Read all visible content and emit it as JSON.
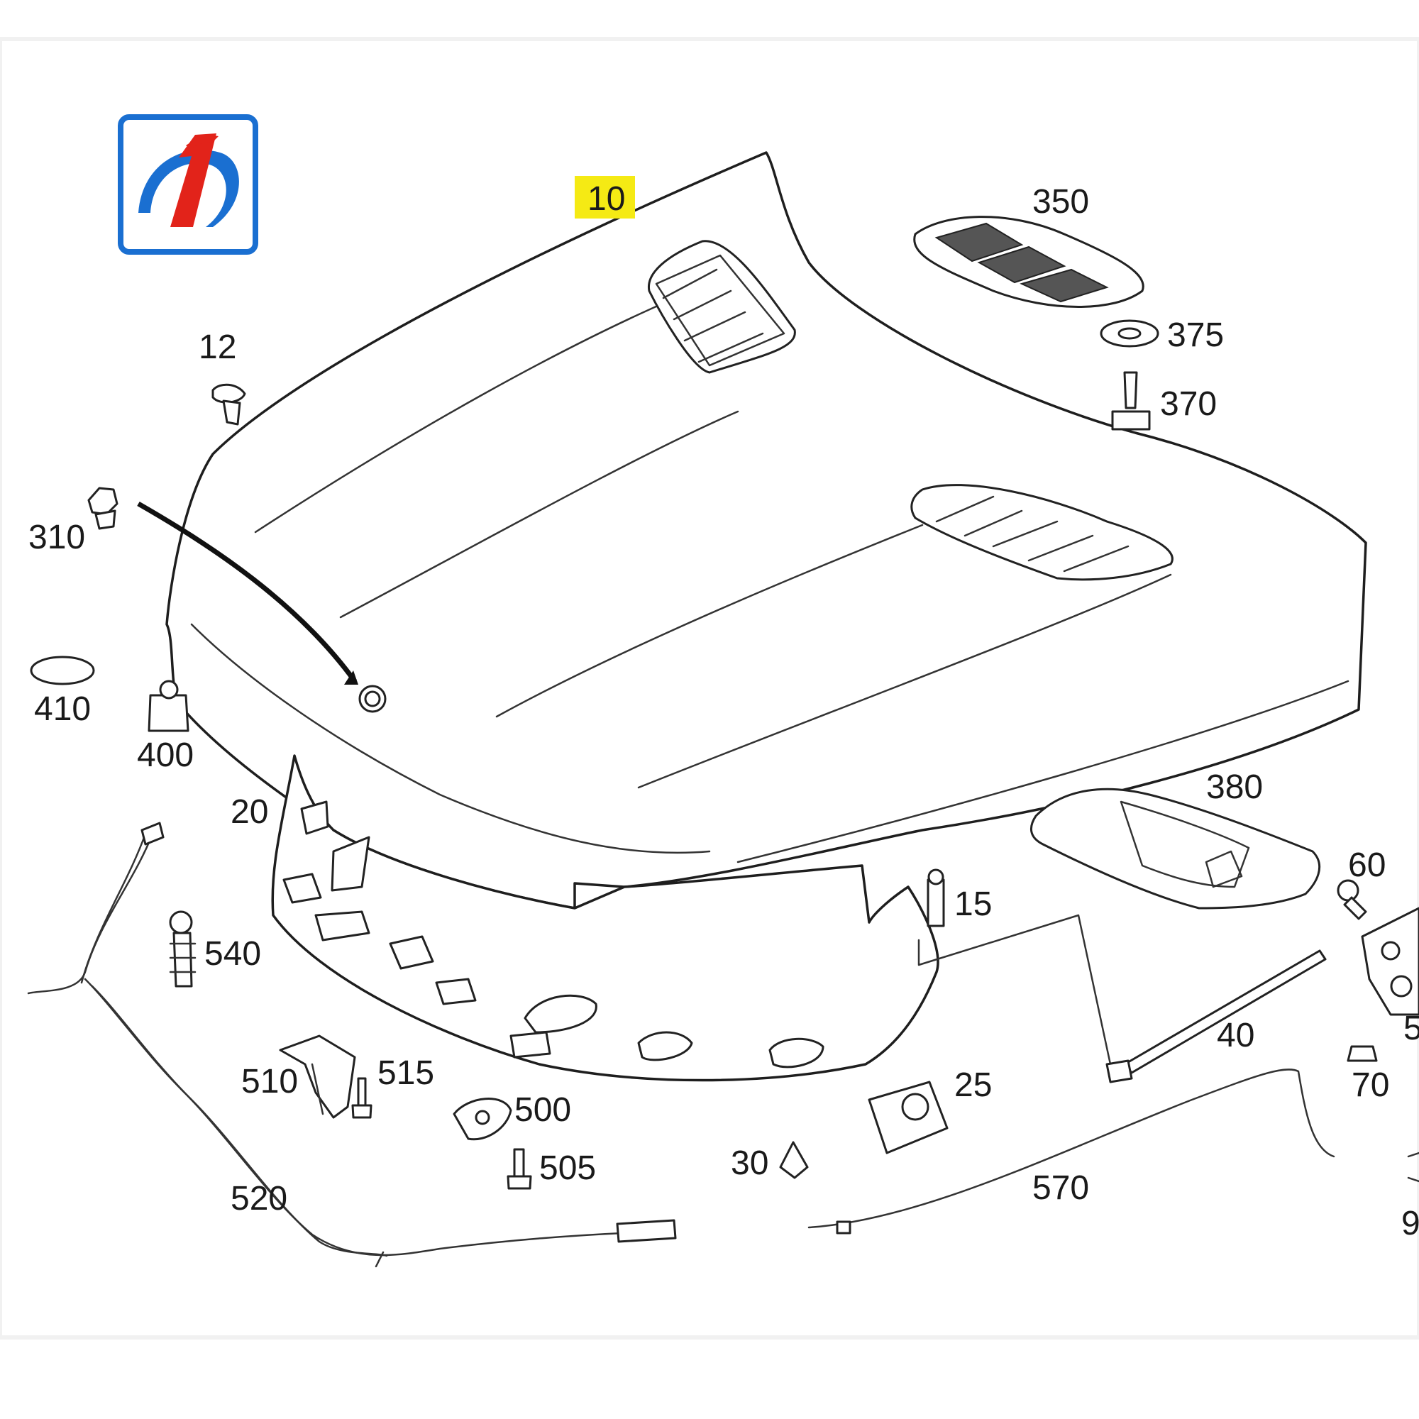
{
  "diagram": {
    "brand_color_blue": "#1a6fd1",
    "brand_color_red": "#e2231a",
    "highlight_color": "#f5ea14",
    "part_labels": {
      "p10": "10",
      "p12": "12",
      "p15": "15",
      "p20": "20",
      "p25": "25",
      "p30": "30",
      "p40": "40",
      "p60": "60",
      "p70": "70",
      "p310": "310",
      "p350": "350",
      "p370": "370",
      "p375": "375",
      "p380": "380",
      "p400": "400",
      "p410": "410",
      "p500": "500",
      "p505": "505",
      "p510": "510",
      "p515": "515",
      "p520": "520",
      "p540": "540",
      "p570": "570",
      "p5_partial": "5",
      "p9_partial": "9"
    }
  }
}
